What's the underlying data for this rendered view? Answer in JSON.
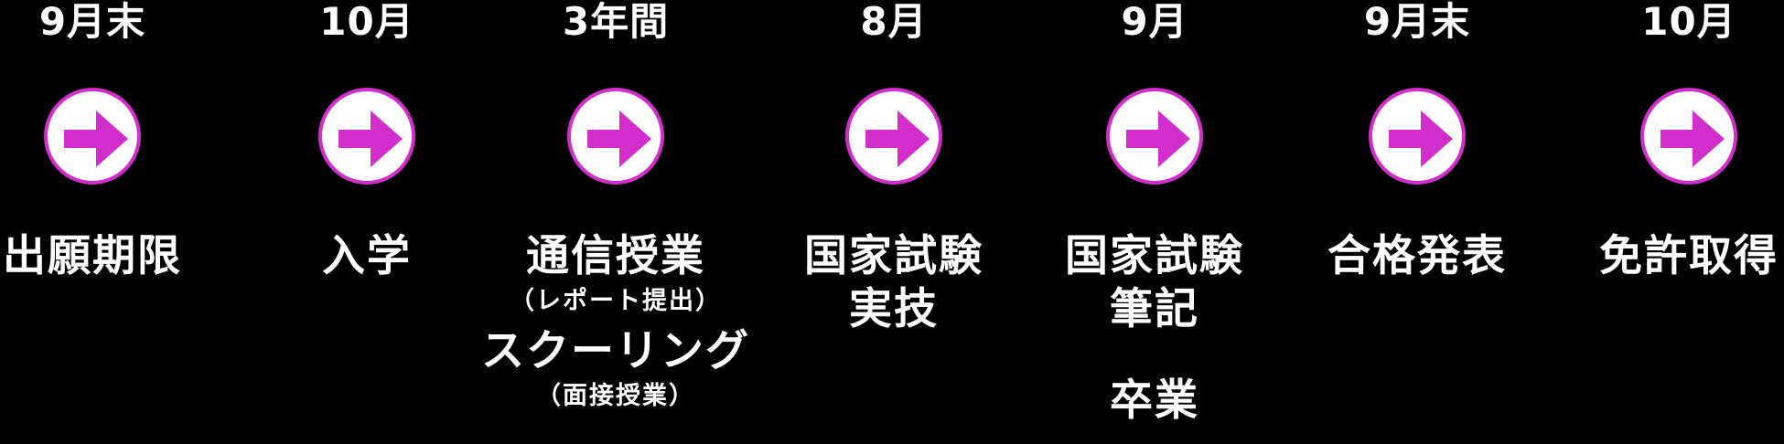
{
  "colors": {
    "background": "#000000",
    "text": "#ffffff",
    "accent": "#d22ecb",
    "circle_fill": "#ffffff"
  },
  "timeline": {
    "steps": [
      {
        "when": "9月末",
        "icon": "arrow-right-circle-icon",
        "lines": [
          "出願期限"
        ]
      },
      {
        "when": "10月",
        "icon": "arrow-right-circle-icon",
        "lines": [
          "入学"
        ]
      },
      {
        "when": "3年間",
        "icon": "arrow-right-circle-icon",
        "lines": [
          "通信授業"
        ],
        "sub1": "（レポート提出）",
        "extra": "スクーリング",
        "sub2": "（面接授業）"
      },
      {
        "when": "8月",
        "icon": "arrow-right-circle-icon",
        "lines": [
          "国家試験",
          "実技"
        ]
      },
      {
        "when": "9月",
        "icon": "arrow-right-circle-icon",
        "lines": [
          "国家試験",
          "筆記"
        ],
        "extra": "卒業"
      },
      {
        "when": "9月末",
        "icon": "arrow-right-circle-icon",
        "lines": [
          "合格発表"
        ]
      },
      {
        "when": "10月",
        "icon": "arrow-right-circle-icon",
        "lines": [
          "免許取得"
        ]
      }
    ]
  }
}
